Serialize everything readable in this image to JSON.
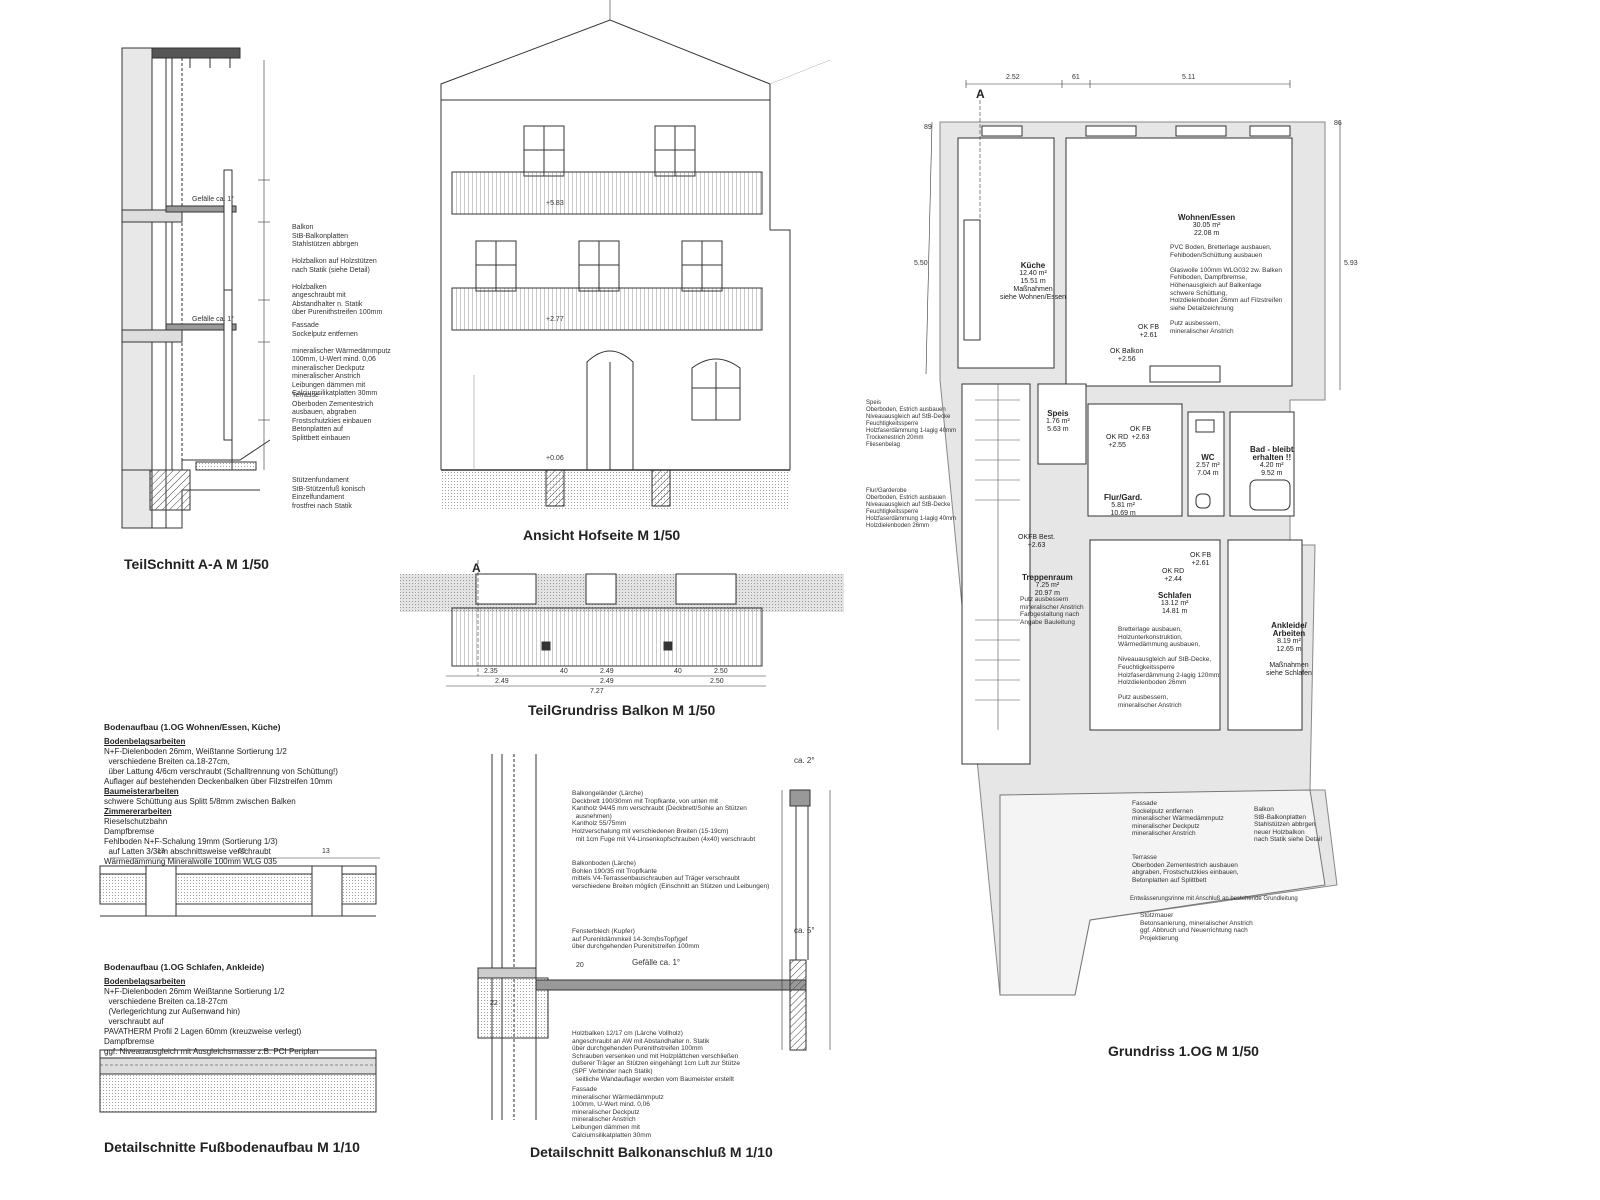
{
  "titles": {
    "teilschnitt": "TeilSchnitt A-A  M 1/50",
    "ansicht": "Ansicht Hofseite  M 1/50",
    "teilgrundriss": "TeilGrundriss Balkon  M 1/50",
    "grundriss": "Grundriss 1.OG  M 1/50",
    "fussboden": "Detailschnitte Fußbodenaufbau M 1/10",
    "balkonanschluss": "Detailschnitt Balkonanschluß M 1/10"
  },
  "teilschnitt_notes": {
    "balkon": "Balkon\nStB-Balkonplatten\nStahlstützen abbrgen\n\nHolzbalkon auf Holzstützen\nnach Statik (siehe Detail)\n\nHolzbalken\nangeschraubt mit\nAbstandhalter n. Statik\nüber Purenithstreifen 100mm",
    "fassade": "Fassade\nSockelputz entfernen\n\nmineralischer Wärmedämmputz\n100mm, U-Wert mind. 0,06\nmineralischer Deckputz\nmineralischer Anstrich\nLeibungen dämmen mit\nCalciumsilikatplatten 30mm",
    "terrasse": "Terrasse\nOberboden Zementestrich\nausbauen, abgraben\nFrostschutzkies einbauen\nBetonplatten auf\nSplittbett einbauen",
    "stuetzen": "Stützenfundament\nStB-Stützenfuß konisch\nEinzelfundament\nfrostfrei nach Statik",
    "gefaelle1": "Gefälle ca. 1°",
    "gefaelle2": "Gefälle ca. 1°"
  },
  "ansicht_levels": [
    "+5.83",
    "+2.77",
    "+0.06"
  ],
  "grundriss_dims": {
    "top": [
      "2.52",
      "61",
      "5.11"
    ],
    "left": "5.50",
    "right": "5.93",
    "top_left": "89",
    "top_right": "86"
  },
  "rooms": [
    {
      "name": "Küche",
      "text": "12.40 m²\n15.51 m\nMaßnahmen\nsiehe Wohnen/Essen"
    },
    {
      "name": "Wohnen/Essen",
      "text": "30.05 m²\n22.08 m"
    },
    {
      "name": "Speis",
      "text": "1.76 m²\n5.63 m"
    },
    {
      "name": "WC",
      "text": "2.57 m²\n7.04 m"
    },
    {
      "name": "Bad - bleibt\nerhalten !!",
      "text": "4.20 m²\n9.52 m"
    },
    {
      "name": "Flur/Gard.",
      "text": "5.81 m²\n10.69 m"
    },
    {
      "name": "Treppenraum",
      "text": "7.25 m²\n20.97 m"
    },
    {
      "name": "Schlafen",
      "text": "13.12 m²\n14.81 m"
    },
    {
      "name": "Ankleide/\nArbeiten",
      "text": "8.19 m²\n12.65 m\n\nMaßnahmen\nsiehe Schlafen"
    }
  ],
  "wohnen_notes": "PVC Boden, Bretterlage ausbauen,\nFehlboden/Schüttung ausbauen\n\nGlaswolle 100mm WLG032 zw. Balken\nFehlboden, Dampfbremse,\nHöhenausgleich auf Balkenlage\nschwere Schüttung,\nHolzdielenboden 26mm auf Filzstreifen\nsiehe Detailzeichnung\n\nPutz ausbessern,\nmineralischer Anstrich",
  "schlafen_notes": "Bretterlage ausbauen,\nHolzunterkonstruktion,\nWärmedämmung ausbauen,\n\nNiveauausgleich auf StB-Decke,\nFeuchtigkeitssperre\nHolzfaserdämmung 2-lagig 120mm\nHolzdielenboden 26mm\n\nPutz ausbessern,\nmineralischer Anstrich",
  "treppen_notes": "Putz ausbessern\nmineralischer Anstrich\nFarbgestaltung nach\nAngabe Bauleitung",
  "speis_note": "Speis\nOberboden, Estrich ausbauen\nNiveauausgleich auf StB-Decke\nFeuchtigkeitssperre\nHolzfaserdämmung 1-lagig 40mm\nTrockenestrich 20mm\nFliesenbelag",
  "flur_note": "Flur/Garderobe\nOberboden, Estrich ausbauen\nNiveauausgleich auf StB-Decke\nFeuchtigkeitssperre\nHolzfaserdämmung 1-lagig 40mm\nHolzdielenboden 26mm",
  "levels": {
    "ok_balkon": "OK Balkon\n+2.56",
    "ok_fb_wohnen": "OK FB\n+2.61",
    "ok_fb_flur": "OK FB\n+2.63",
    "ok_rd": "OK RD\n+2.55",
    "ok_fb_best": "OKFB Best.\n+2.63",
    "ok_schlafen": "OK FB\n+2.61",
    "ok_rd_schlafen": "OK RD\n+2.44"
  },
  "grundriss_bottom_notes": {
    "fassade": "Fassade\nSockelputz entfernen\nmineralischer Wärmedämmputz\nmineralischer Deckputz\nmineralischer Anstrich",
    "balkon": "Balkon\nStB-Balkonplatten\nStahlstützen abbrgen\nneuer Holzbalkon\nnach Statik siehe Detail",
    "terrasse": "Terrasse\nOberboden Zementestrich ausbauen\nabgraben, Frostschutzkies einbauen,\nBetonplatten auf Splittbett",
    "stuetzmauer": "Stützmauer\nBetonsanierung, mineralischer Anstrich\nggf. Abbruch und Neuerrichtung nach\nProjektierung",
    "entwaesserung": "Entwässerungsrinne mit Anschluß an bestehende Grundleitung"
  },
  "teilgrundriss_dims": {
    "top": [
      "2.35",
      "40",
      "2.49",
      "40",
      "2.50"
    ],
    "middle": [
      "7.27"
    ],
    "bottom": [
      "2.49",
      "2.49",
      "2.50"
    ]
  },
  "fussboden": {
    "title1": "Bodenaufbau (1.OG Wohnen/Essen, Küche)",
    "sub1a": "Bodenbelagsarbeiten",
    "text1a": "N+F-Dielenboden 26mm, Weißtanne Sortierung 1/2\n  verschiedene Breiten ca.18-27cm,\n  über Lattung 4/6cm verschraubt (Schalltrennung von Schüttung!)\nAuflager auf bestehenden Deckenbalken über Filzstreifen 10mm",
    "sub1b": "Baumeisterarbeiten",
    "text1b": "schwere Schüttung aus Splitt 5/8mm zwischen Balken",
    "sub1c": "Zimmererarbeiten",
    "text1c": "Rieselschutzbahn\nDampfbremse\nFehlboden N+F-Schalung 19mm (Sortierung 1/3)\n  auf Latten 3/3cm abschnittsweise verschraubt\nWärmedämmung Mineralwolle 100mm WLG 035",
    "dims1": [
      "13",
      "65",
      "13"
    ],
    "title2": "Bodenaufbau (1.OG Schlafen, Ankleide)",
    "sub2a": "Bodenbelagsarbeiten",
    "text2a": "N+F-Dielenboden 26mm Weißtanne Sortierung 1/2\n  verschiedene Breiten ca.18-27cm\n  (Verlegerichtung zur Außenwand hin)\n  verschraubt auf\nPAVATHERM Profil 2 Lagen 60mm (kreuzweise verlegt)\nDampfbremse\nggf. Niveauausgleich mit Ausgleichsmasse z.B. PCI Periplan"
  },
  "balkonanschluss": {
    "t1": "Balkongeländer (Lärche)\nDeckbrett 190/30mm mit Tropfkante, von unten mit\nKantholz 94/45 mm verschraubt (Deckbrett/Sohle an Stützen\n  ausnehmen)\nKantholz 55/75mm\nHolzverschalung mit verschiedenen Breiten (15-19cm)\n  mit 1cm Fuge mit V4-Linsenkopfschrauben (4x40) verschraubt",
    "t2": "Balkonboden (Lärche)\nBohlen 190/35 mit Tropfkante\nmittels V4-Terrassenbauschrauben auf Träger verschraubt\nverschiedene Breiten möglich (Einschnitt an Stützen und Leibungen)",
    "t3": "Fensterblech (Kupfer)\nauf Purenitdämmkeil 14-3cm(bsTopf)gef\nüber durchgehenden Purenitstreifen 100mm",
    "t4": "Holzbalken 12/17 cm (Lärche Vollholz)\nangeschraubt an AW mit Abstandhalter n. Statik\nüber durchgehenden Purenithstreifen 100mm\nSchrauben versenken und mit Holzplättchen verschließen\ndußerer Träger an Stützen eingehängt 1cm Luft zur Stütze\n(SPF Verbinder nach Statik)\n  seitliche Wandauflager werden vom Baumeister erstellt",
    "t5": "Fassade\nmineralischer Wärmedämmputz\n100mm, U-Wert mind. 0,06\nmineralischer Deckputz\nmineralischer Anstrich\nLeibungen dämmen mit\nCalciumsilikatplatten 30mm",
    "gefaelle": "Gefälle ca. 1°",
    "ca2": "ca. 2°",
    "ca5": "ca. 5°",
    "d20": "20",
    "d22": "22"
  }
}
